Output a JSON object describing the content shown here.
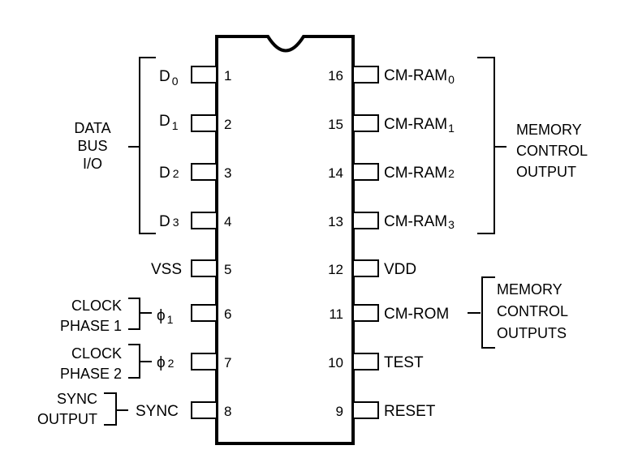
{
  "chip": {
    "left_pins": [
      {
        "number": "1",
        "name": "D",
        "sub": "0"
      },
      {
        "number": "2",
        "name": "D",
        "sub": "1"
      },
      {
        "number": "3",
        "name": "D",
        "sub": "2"
      },
      {
        "number": "4",
        "name": "D",
        "sub": "3"
      },
      {
        "number": "5",
        "name": "VSS",
        "sub": ""
      },
      {
        "number": "6",
        "name": "ϕ",
        "sub": "1"
      },
      {
        "number": "7",
        "name": "ϕ",
        "sub": "2"
      },
      {
        "number": "8",
        "name": "SYNC",
        "sub": ""
      }
    ],
    "right_pins": [
      {
        "number": "16",
        "name": "CM-RAM",
        "sub": "0"
      },
      {
        "number": "15",
        "name": "CM-RAM",
        "sub": "1"
      },
      {
        "number": "14",
        "name": "CM-RAM",
        "sub": "2"
      },
      {
        "number": "13",
        "name": "CM-RAM",
        "sub": "3"
      },
      {
        "number": "12",
        "name": "VDD",
        "sub": ""
      },
      {
        "number": "11",
        "name": "CM-ROM",
        "sub": ""
      },
      {
        "number": "10",
        "name": "TEST",
        "sub": ""
      },
      {
        "number": "9",
        "name": "RESET",
        "sub": ""
      }
    ]
  },
  "groups": {
    "data_bus": [
      "DATA",
      "BUS",
      "I/O"
    ],
    "memory_control_output": [
      "MEMORY",
      "CONTROL",
      "OUTPUT"
    ],
    "memory_control_outputs": [
      "MEMORY",
      "CONTROL",
      "OUTPUTS"
    ],
    "clock_phase_1": [
      "CLOCK",
      "PHASE 1"
    ],
    "clock_phase_2": [
      "CLOCK",
      "PHASE 2"
    ],
    "sync_output": [
      "SYNC",
      "OUTPUT"
    ]
  }
}
